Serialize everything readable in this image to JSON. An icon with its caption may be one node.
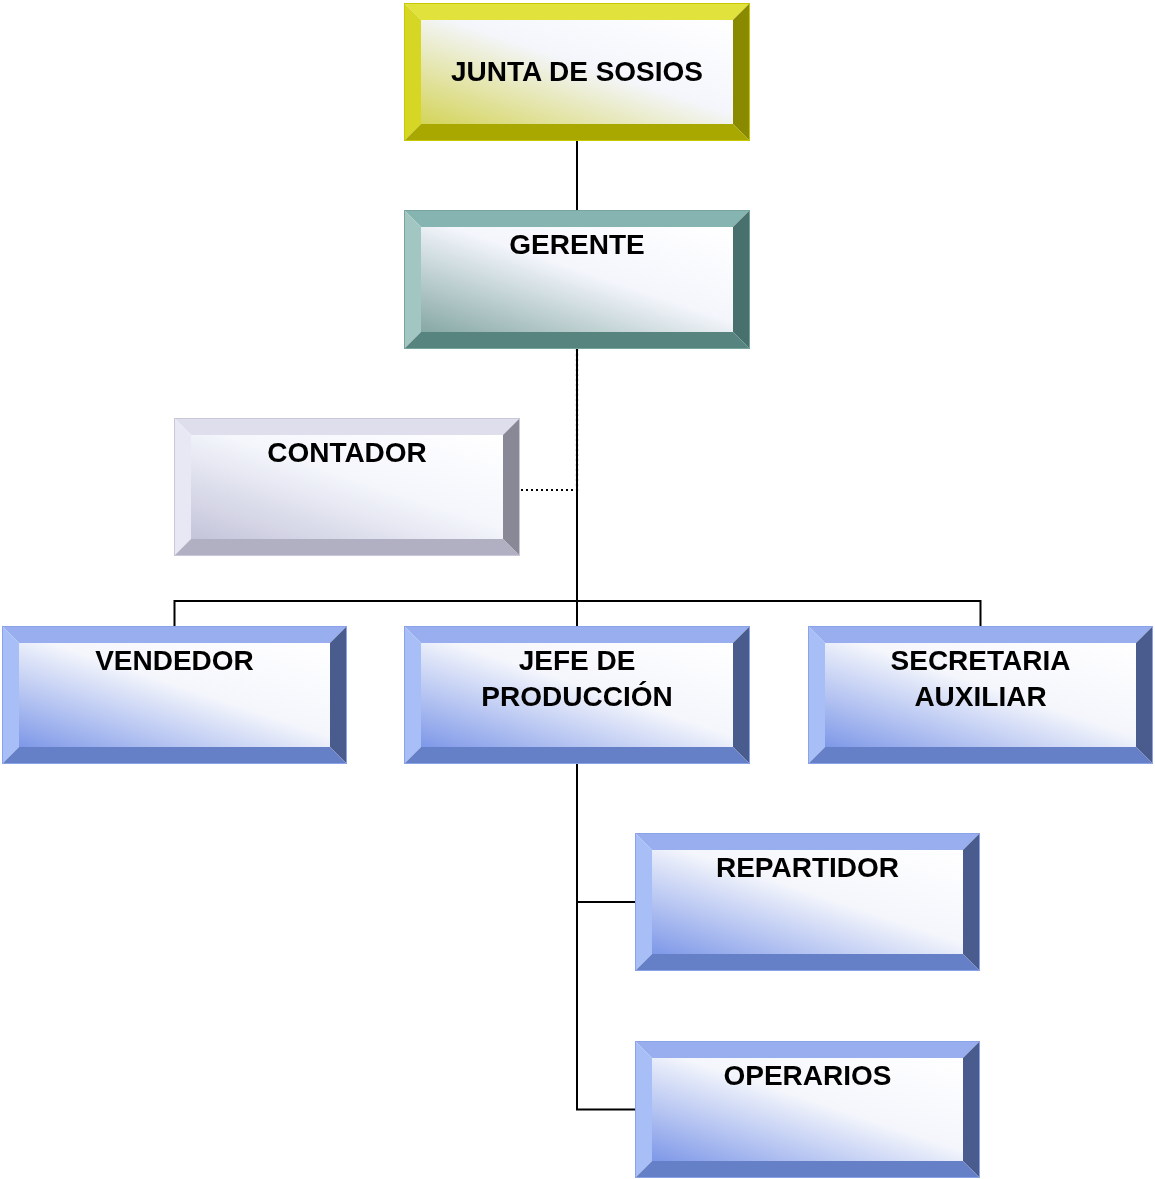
{
  "diagram": {
    "nodes": [
      {
        "text": [
          "JUNTA DE SOSIOS"
        ]
      },
      {
        "text": [
          "GERENTE"
        ]
      },
      {
        "text": [
          "CONTADOR"
        ]
      },
      {
        "text": [
          "VENDEDOR"
        ]
      },
      {
        "text": [
          "JEFE DE PRODUCCIÓN"
        ]
      },
      {
        "text": [
          "SECRETARIA AUXILIAR"
        ]
      },
      {
        "text": [
          "REPARTIDOR"
        ]
      },
      {
        "text": [
          "OPERARIOS"
        ]
      }
    ],
    "edges": [
      {
        "from": 0,
        "to": 1,
        "arrow": "none"
      },
      {
        "from": 1,
        "to": 2,
        "arrow": "none",
        "style": "dashed"
      },
      {
        "from": 1,
        "to": 3,
        "arrow": "none"
      },
      {
        "from": 1,
        "to": 4,
        "arrow": "none"
      },
      {
        "from": 1,
        "to": 5,
        "arrow": "none"
      },
      {
        "from": 4,
        "to": 6,
        "arrow": "none"
      },
      {
        "from": 4,
        "to": 7,
        "arrow": "none"
      }
    ]
  }
}
